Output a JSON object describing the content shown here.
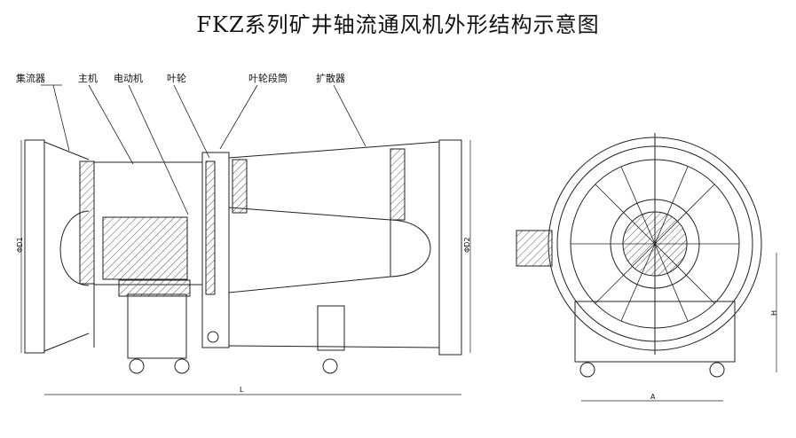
{
  "title": "FKZ系列矿井轴流通风机外形结构示意图",
  "labels": {
    "collector": "集流器",
    "main_machine": "主机",
    "motor": "电动机",
    "impeller": "叶轮",
    "impeller_section": "叶轮段筒",
    "diffuser": "扩散器"
  },
  "dimensions": {
    "d1": "ΦD1",
    "d2": "ΦD2",
    "length": "L",
    "height": "H",
    "width": "A"
  }
}
